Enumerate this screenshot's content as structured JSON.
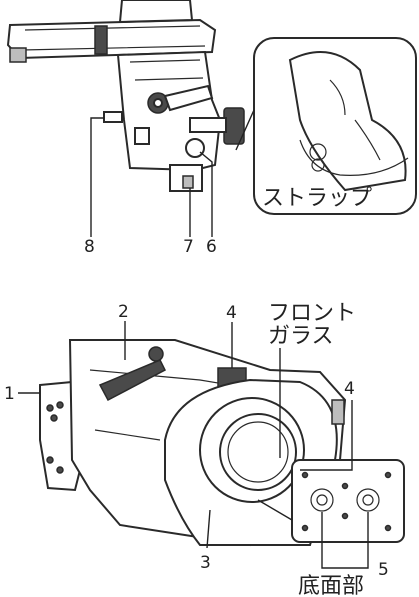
{
  "callouts": {
    "top": {
      "n8": "8",
      "n7": "7",
      "n6": "6",
      "strap": "ストラップ"
    },
    "bottom": {
      "n1": "1",
      "n2": "2",
      "n3": "3",
      "n4a": "4",
      "n4b": "4",
      "n5": "5",
      "front_glass_line1": "フロント",
      "front_glass_line2": "ガラス",
      "bottom_face": "底面部"
    }
  }
}
